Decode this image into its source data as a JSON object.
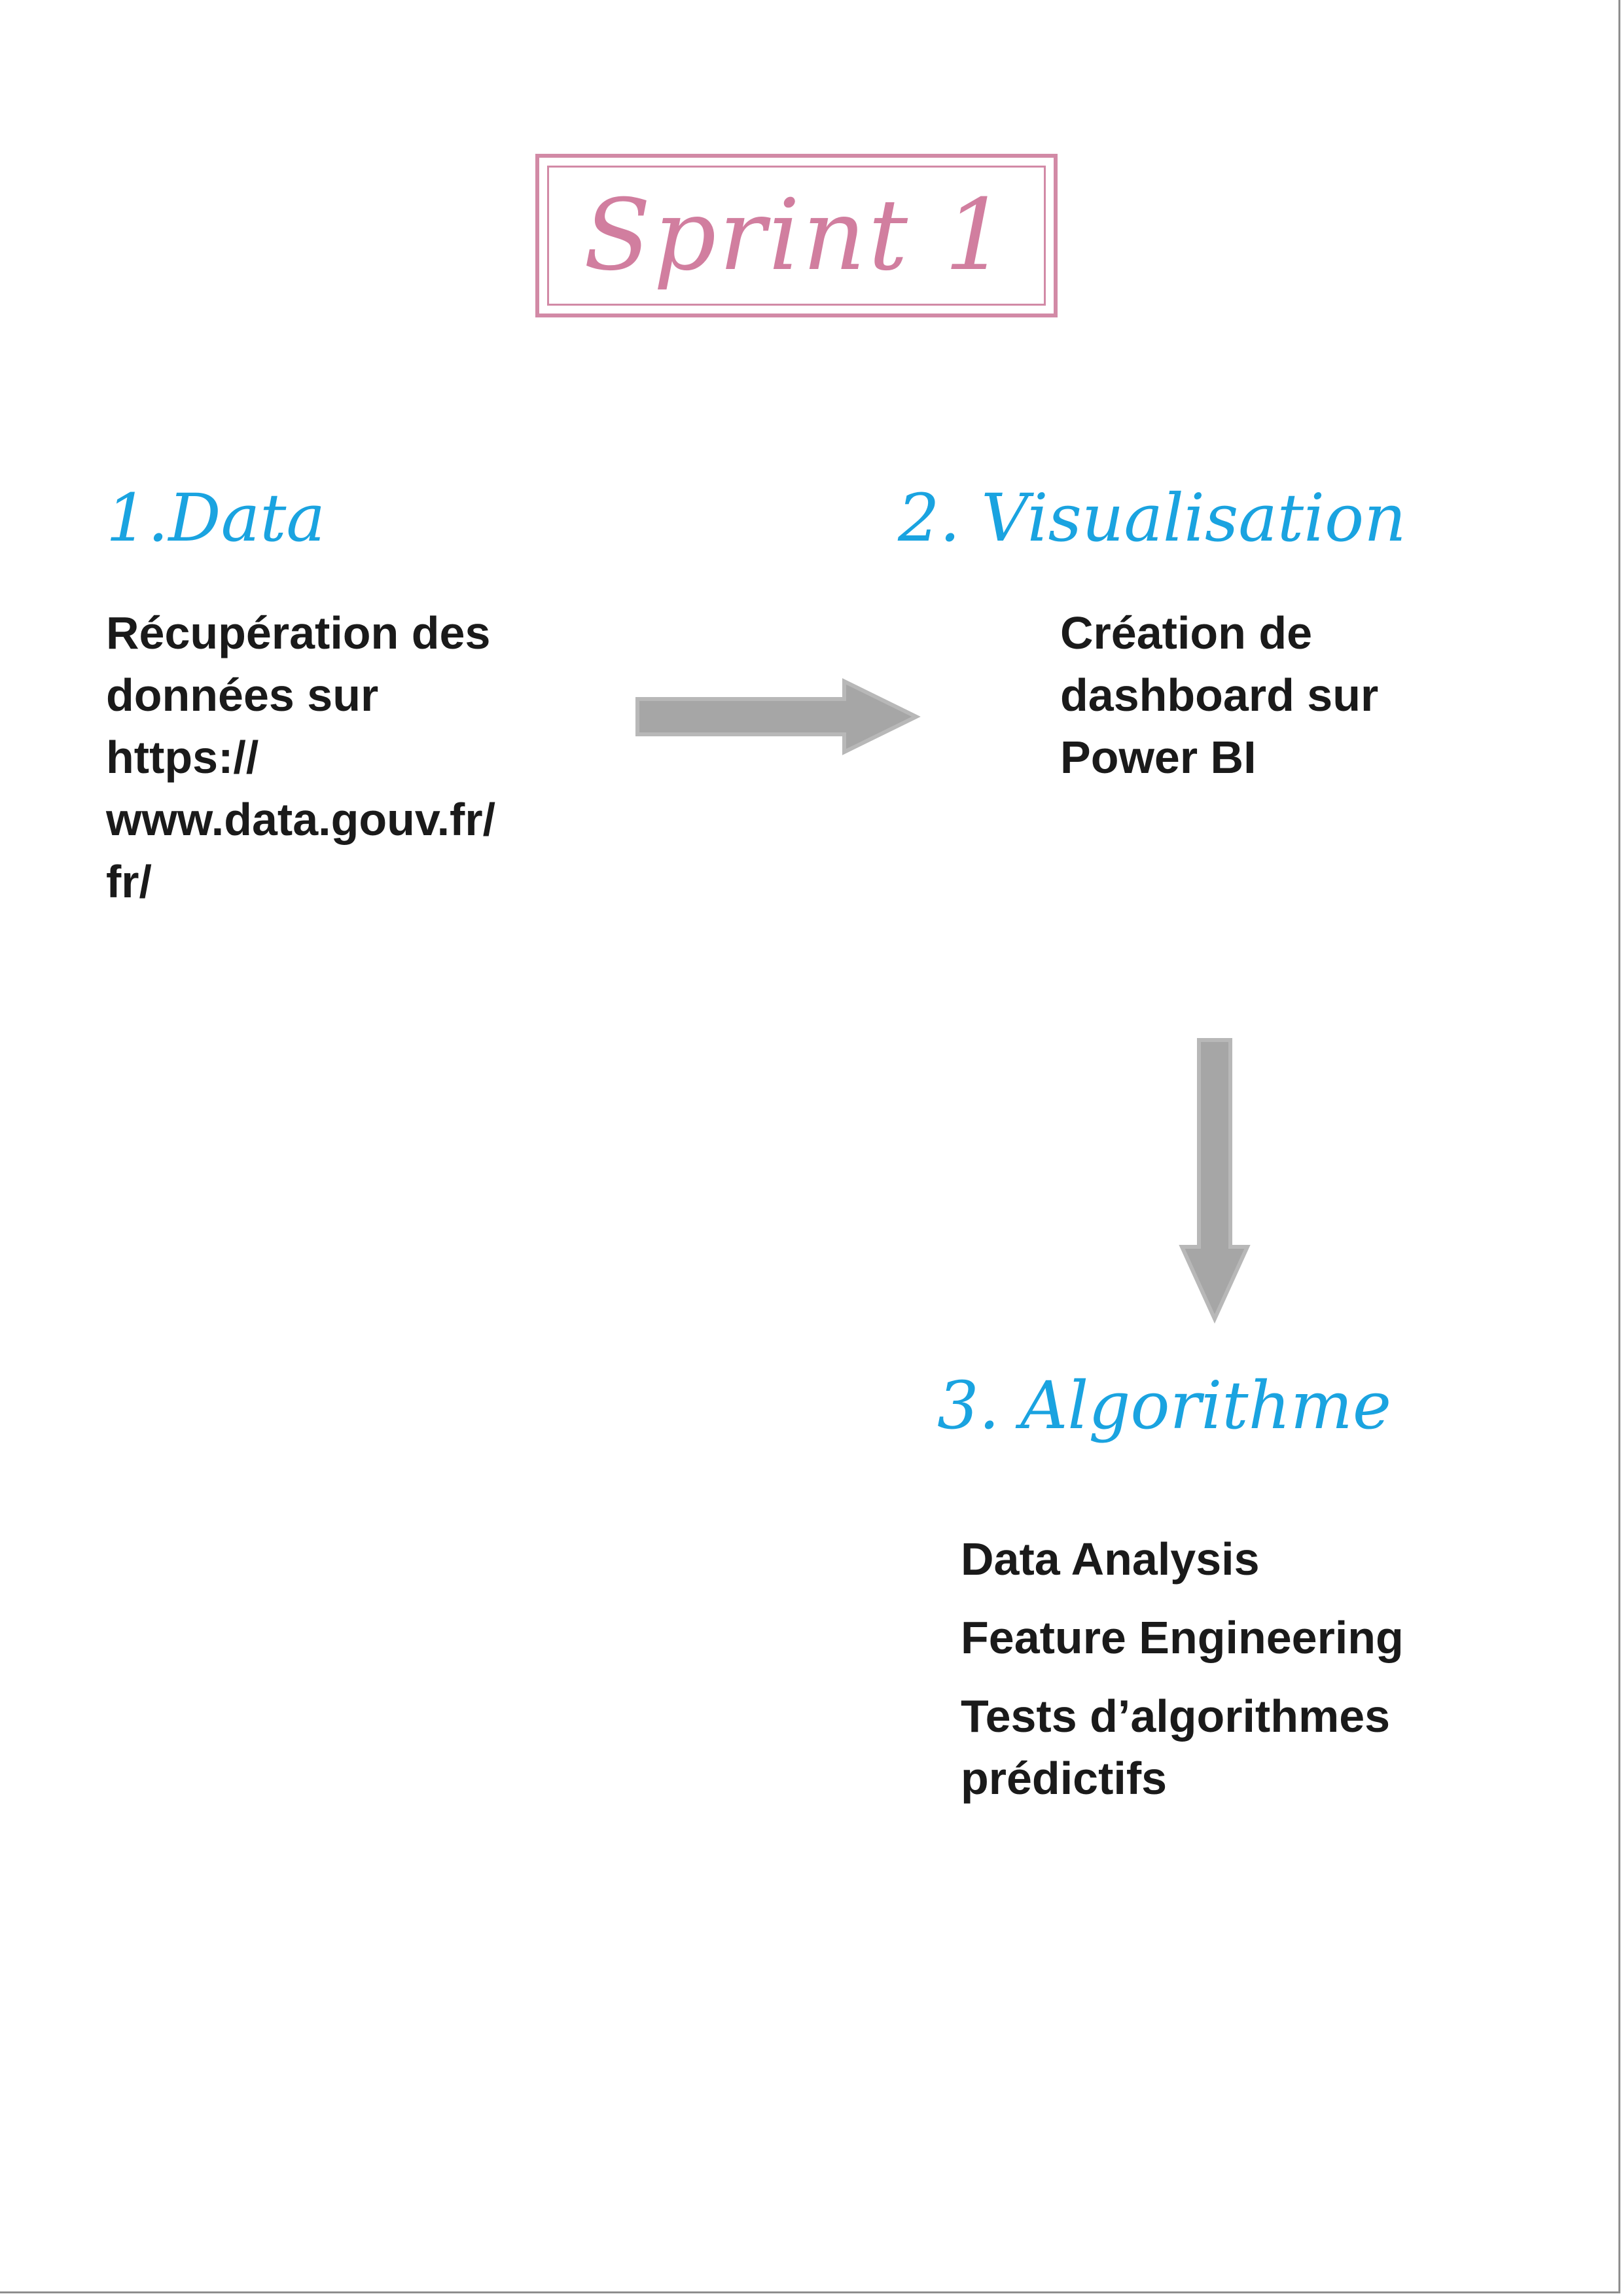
{
  "title": "Sprint 1",
  "steps": [
    {
      "heading": "1.Data",
      "lines": [
        "Récupération des",
        "données sur",
        "https://",
        "www.data.gouv.fr/",
        "fr/"
      ]
    },
    {
      "heading": "2. Visualisation",
      "lines": [
        "Création de",
        "dashboard sur",
        "Power BI"
      ]
    },
    {
      "heading": "3. Algorithme",
      "items": [
        [
          "Data Analysis"
        ],
        [
          "Feature Engineering"
        ],
        [
          "Tests d’algorithmes",
          "prédictifs"
        ]
      ]
    }
  ],
  "colors": {
    "title": "#d17e9f",
    "heading": "#1aa3e0",
    "arrow": "#a6a6a6",
    "text": "#1a1a1a"
  },
  "icons": [
    "arrow-right-icon",
    "arrow-down-icon"
  ]
}
